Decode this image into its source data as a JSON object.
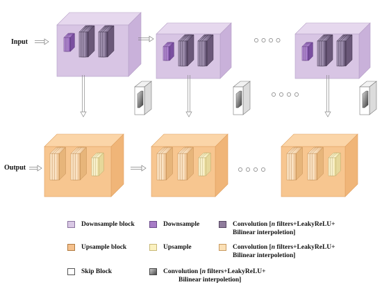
{
  "labels": {
    "input": "Input",
    "output": "Output"
  },
  "ellipsis": "○ ○ ○ ○",
  "legend": [
    {
      "key": "downsample_block",
      "text": "Downsample block",
      "color": "#d9c8e4",
      "border": "#8a73a0"
    },
    {
      "key": "downsample",
      "text": "Downsample",
      "color": "#a77cc6",
      "border": "#6b4a8b"
    },
    {
      "key": "conv_purple",
      "pre": "Convolution [",
      "em": "n",
      "post": " filters+LeakyReLU+",
      "line2": "Bilinear interpoletion]",
      "color": "#8f7c9c",
      "border": "#574763"
    },
    {
      "key": "upsample_block",
      "text": "Upsample block",
      "color": "#f5c18d",
      "border": "#b07a40"
    },
    {
      "key": "upsample",
      "text": "Upsample",
      "color": "#fbf1c0",
      "border": "#c8b878"
    },
    {
      "key": "conv_orange",
      "pre": "Convolution [",
      "em": "n",
      "post": " filters+LeakyReLU+",
      "line2": "Bilinear interpoletion]",
      "color": "#fbe0b6",
      "border": "#c89a60"
    },
    {
      "key": "skip_block",
      "text": "Skip Block",
      "color": "#ffffff",
      "border": "#555555"
    },
    {
      "key": "conv_gray",
      "pre": "Convolution [",
      "em": "n",
      "post": " filters+LeakyReLU+",
      "line2": "Bilinear interpoletion]",
      "color": "#8c8c8c",
      "border": "#444444"
    }
  ]
}
